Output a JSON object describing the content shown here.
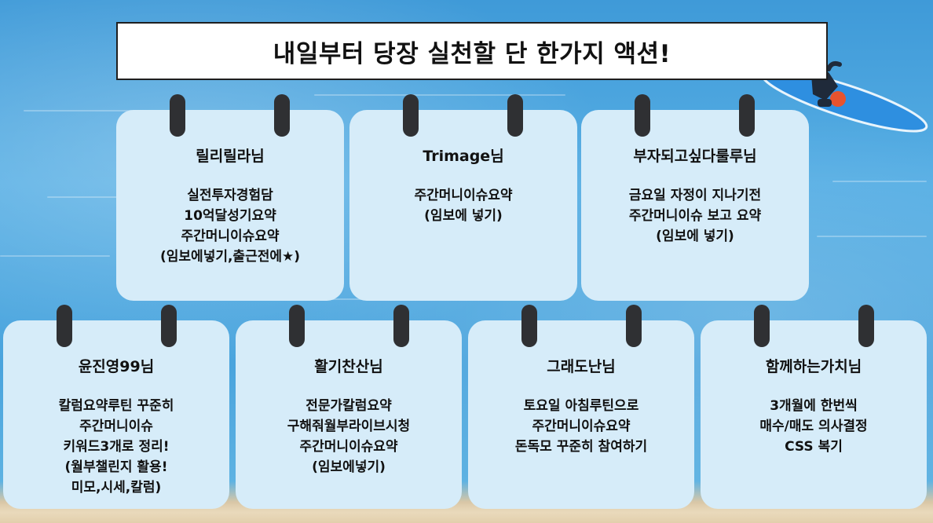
{
  "title": "내일부터 당장 실천할 단 한가지 액션!",
  "cards_top": [
    {
      "name": "릴리릴라님",
      "lines": [
        "실전투자경험담",
        "10억달성기요약",
        "주간머니이슈요약",
        "(임보에넣기,출근전에★)"
      ]
    },
    {
      "name": "Trimage님",
      "lines": [
        "주간머니이슈요약",
        "(임보에 넣기)"
      ]
    },
    {
      "name": "부자되고싶다룰루님",
      "lines": [
        "금요일 자정이 지나기전",
        "주간머니이슈 보고 요약",
        "(임보에 넣기)"
      ]
    }
  ],
  "cards_bottom": [
    {
      "name": "윤진영99님",
      "lines": [
        "칼럼요약루틴 꾸준히",
        "주간머니이슈",
        "키워드3개로 정리!",
        "(월부챌린지 활용!",
        "미모,시세,칼럼)"
      ]
    },
    {
      "name": "활기찬산님",
      "lines": [
        "전문가칼럼요약",
        "구해줘월부라이브시청",
        "주간머니이슈요약",
        "(임보에넣기)"
      ]
    },
    {
      "name": "그래도난님",
      "lines": [
        "토요일 아침루틴으로",
        "주간머니이슈요약",
        "돈독모 꾸준히 참여하기"
      ]
    },
    {
      "name": "함께하는가치님",
      "lines": [
        "3개월에 한번씩",
        "매수/매도 의사결정",
        "CSS 복기"
      ]
    }
  ],
  "colors": {
    "sea": "#4aa4dd",
    "card": "#d6ecf9",
    "clip": "#2f3033",
    "board": "#2e8fe0"
  }
}
